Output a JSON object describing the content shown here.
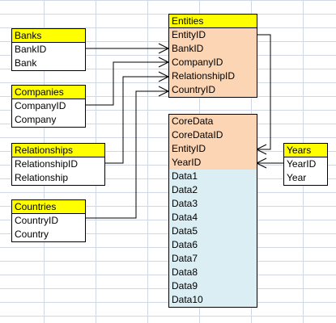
{
  "banks": {
    "title": "Banks",
    "fields": [
      "BankID",
      "Bank"
    ]
  },
  "companies": {
    "title": "Companies",
    "fields": [
      "CompanyID",
      "Company"
    ]
  },
  "relationships": {
    "title": "Relationships",
    "fields": [
      "RelationshipID",
      "Relationship"
    ]
  },
  "countries": {
    "title": "Countries",
    "fields": [
      "CountryID",
      "Country"
    ]
  },
  "entities": {
    "title": "Entities",
    "fields": [
      "EntityID",
      "BankID",
      "CompanyID",
      "RelationshipID",
      "CountryID"
    ]
  },
  "coredata": {
    "key_fields": [
      "CoreData",
      "CoreDataID",
      "EntityID",
      "YearID"
    ],
    "data_fields": [
      "Data1",
      "Data2",
      "Data3",
      "Data4",
      "Data5",
      "Data6",
      "Data7",
      "Data8",
      "Data9",
      "Data10"
    ]
  },
  "years": {
    "title": "Years",
    "fields": [
      "YearID",
      "Year"
    ]
  }
}
